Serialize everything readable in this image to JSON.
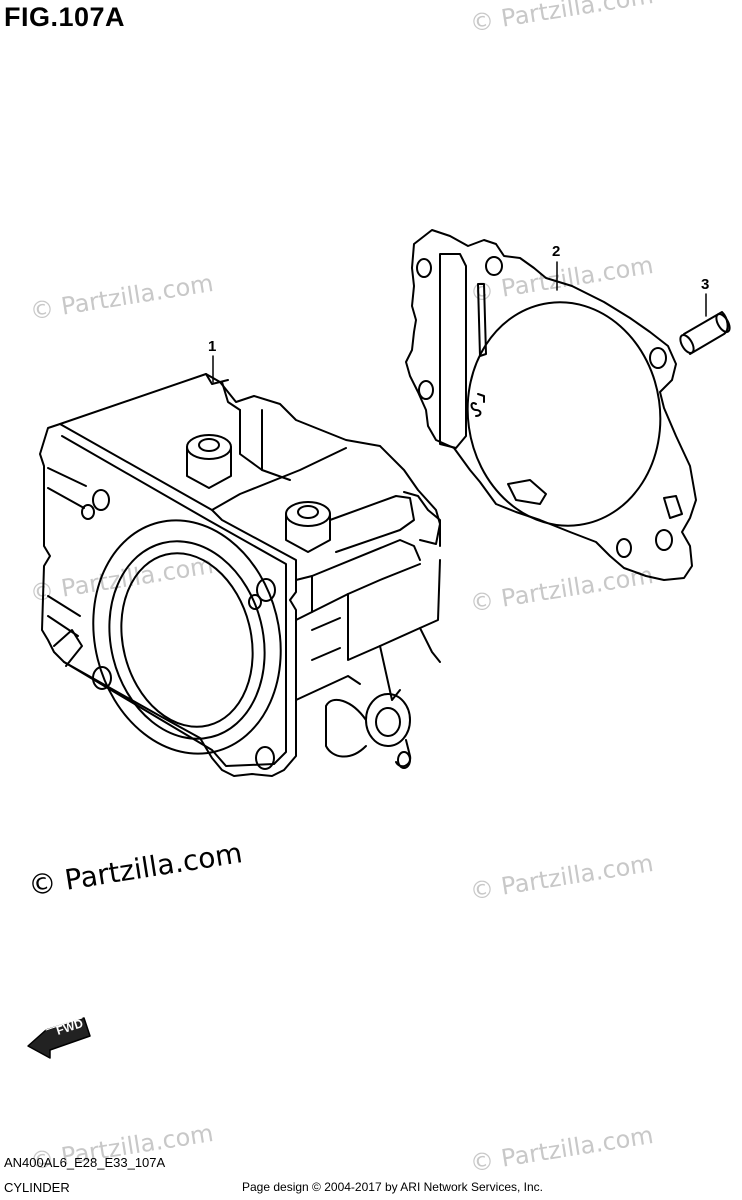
{
  "figure": {
    "title": "FIG.107A"
  },
  "watermarks": {
    "main": "© Partzilla.com",
    "faint": "© Partzilla.com"
  },
  "callouts": [
    {
      "number": "1",
      "part": "cylinder"
    },
    {
      "number": "2",
      "part": "gasket"
    },
    {
      "number": "3",
      "part": "dowel-pin"
    }
  ],
  "fwd_label": "FWD",
  "footer": {
    "model_code": "AN400AL6_E28_E33_107A",
    "caption": "CYLINDER",
    "credit": "Page design © 2004-2017 by ARI Network Services, Inc."
  }
}
